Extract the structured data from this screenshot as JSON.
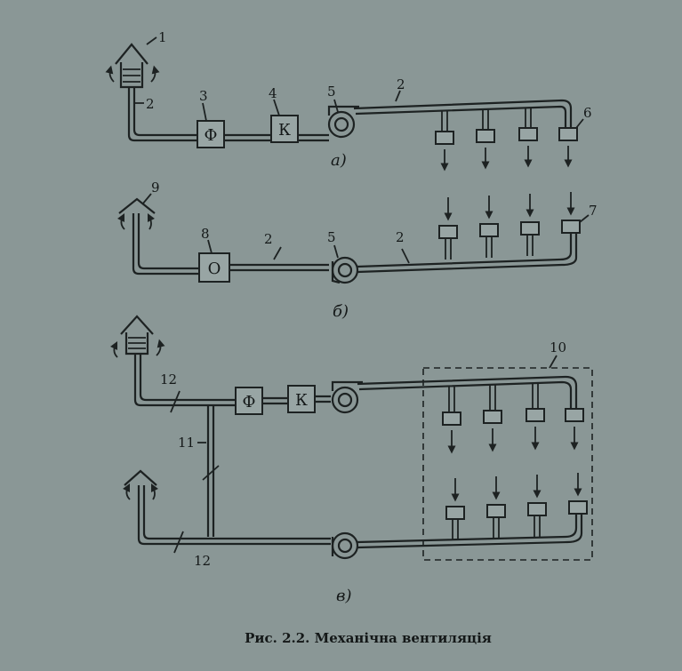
{
  "diagram_a": {
    "sublabel": "а)",
    "boxes": {
      "filter": "Ф",
      "heater": "К"
    },
    "callouts": {
      "n1": "1",
      "n2a": "2",
      "n2b": "2",
      "n3": "3",
      "n4": "4",
      "n5": "5",
      "n6": "6"
    }
  },
  "diagram_b": {
    "sublabel": "б)",
    "boxes": {
      "cleaner": "О"
    },
    "callouts": {
      "n9": "9",
      "n8": "8",
      "n2a": "2",
      "n5": "5",
      "n2b": "2",
      "n7": "7"
    }
  },
  "diagram_c": {
    "sublabel": "в)",
    "boxes": {
      "filter": "Ф",
      "heater": "К"
    },
    "callouts": {
      "n10": "10",
      "n12a": "12",
      "n11": "11",
      "n12b": "12"
    }
  },
  "caption": "Рис. 2.2. Механічна вентиляція"
}
